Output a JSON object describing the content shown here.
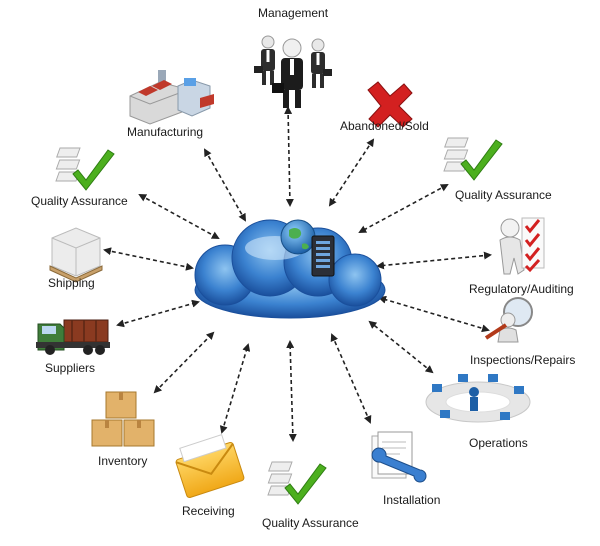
{
  "nodes": [
    {
      "id": "management",
      "label": "Management",
      "icon": "business-people-icon"
    },
    {
      "id": "abandoned",
      "label": "Abandoned/Sold",
      "icon": "red-x-icon"
    },
    {
      "id": "qa_right",
      "label": "Quality Assurance",
      "icon": "checklist-icon"
    },
    {
      "id": "regulatory",
      "label": "Regulatory/Auditing",
      "icon": "auditor-checklist-icon"
    },
    {
      "id": "inspections",
      "label": "Inspections/Repairs",
      "icon": "magnifier-person-icon"
    },
    {
      "id": "operations",
      "label": "Operations",
      "icon": "network-ring-icon"
    },
    {
      "id": "installation",
      "label": "Installation",
      "icon": "wrench-document-icon"
    },
    {
      "id": "qa_bottom",
      "label": "Quality Assurance",
      "icon": "checklist-icon"
    },
    {
      "id": "receiving",
      "label": "Receiving",
      "icon": "envelope-icon"
    },
    {
      "id": "inventory",
      "label": "Inventory",
      "icon": "boxes-icon"
    },
    {
      "id": "suppliers",
      "label": "Suppliers",
      "icon": "truck-icon"
    },
    {
      "id": "shipping",
      "label": "Shipping",
      "icon": "pallet-icon"
    },
    {
      "id": "qa_left",
      "label": "Quality Assurance",
      "icon": "checklist-icon"
    },
    {
      "id": "manufacturing",
      "label": "Manufacturing",
      "icon": "factory-icon"
    }
  ],
  "hub": {
    "icon": "cloud-server-globe-icon"
  },
  "colors": {
    "cloud_dark": "#1f5fb0",
    "cloud_light": "#7fb7ea",
    "check": "#4caf1e",
    "cross": "#d32020",
    "arrow": "#222222"
  }
}
